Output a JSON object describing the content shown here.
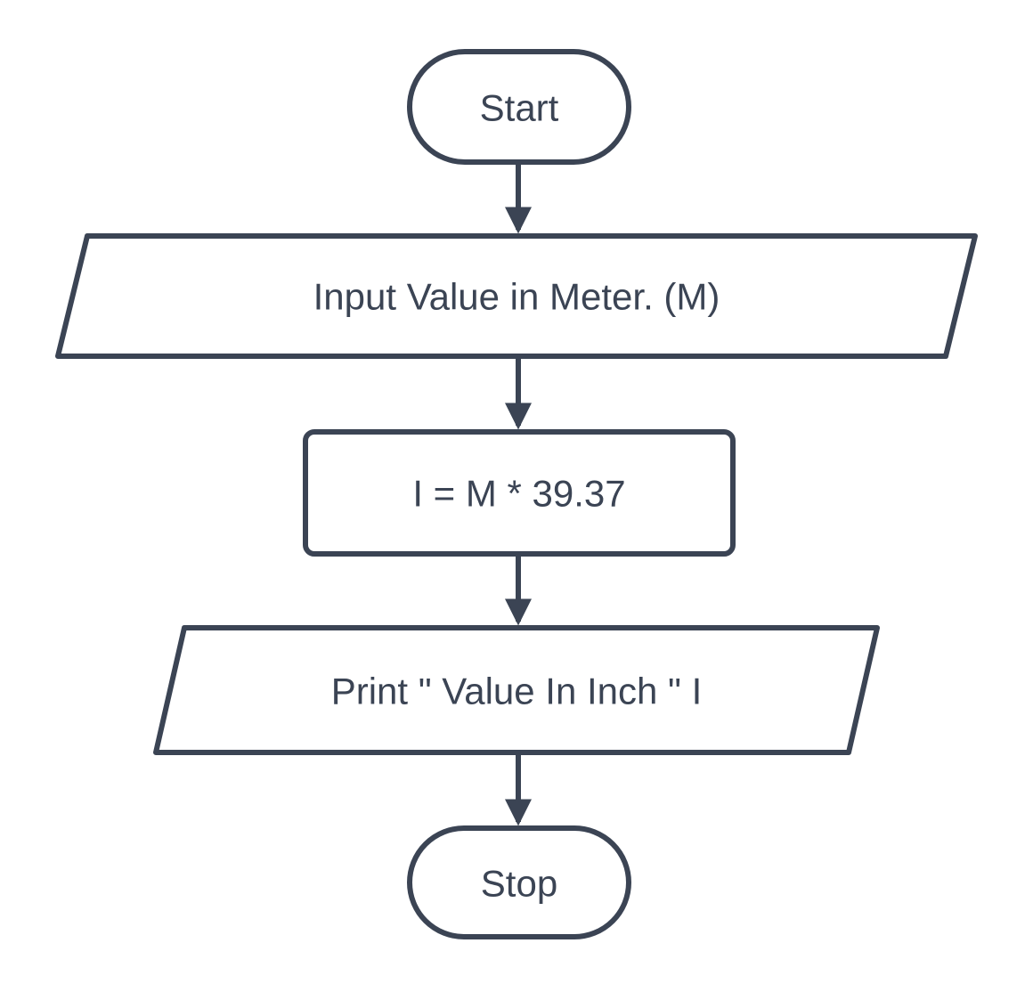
{
  "colors": {
    "stroke": "#3b4454",
    "shape_fill": "#ffffff",
    "background": "#ffffff",
    "text": "#3b4454"
  },
  "flowchart": {
    "nodes": [
      {
        "id": "start",
        "type": "terminator",
        "label": "Start"
      },
      {
        "id": "input",
        "type": "io-parallelogram",
        "label": "Input Value in Meter. (M)"
      },
      {
        "id": "process",
        "type": "process-rectangle",
        "label": "I = M * 39.37"
      },
      {
        "id": "output",
        "type": "io-parallelogram",
        "label": "Print \" Value In Inch \" I"
      },
      {
        "id": "stop",
        "type": "terminator",
        "label": "Stop"
      }
    ],
    "edges": [
      {
        "from": "start",
        "to": "input"
      },
      {
        "from": "input",
        "to": "process"
      },
      {
        "from": "process",
        "to": "output"
      },
      {
        "from": "output",
        "to": "stop"
      }
    ]
  }
}
